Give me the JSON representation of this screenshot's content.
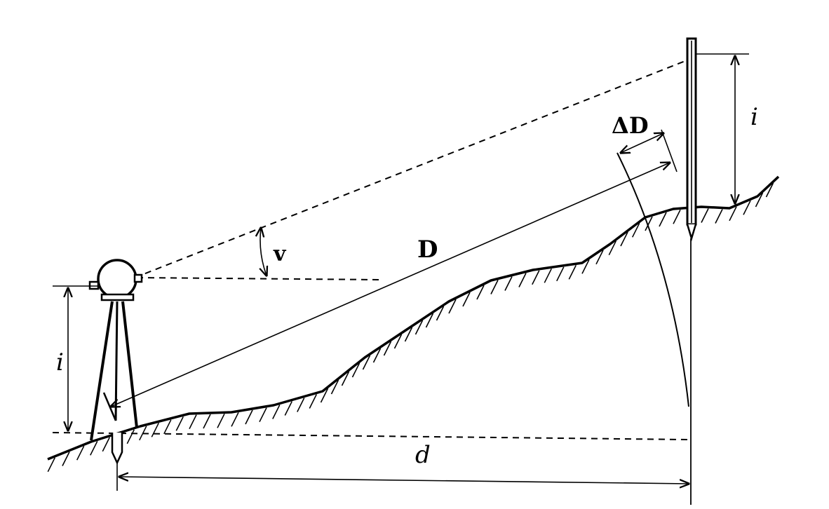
{
  "labels": {
    "instrument_height": "i",
    "target_height": "i",
    "vertical_angle": "v",
    "slope_distance": "D",
    "slope_correction": "ΔD",
    "horizontal_distance": "d"
  },
  "colors": {
    "ink": "#000000",
    "paper": "#ffffff"
  },
  "icons": {
    "instrument": "theodolite-icon",
    "target": "target-rod-icon"
  }
}
